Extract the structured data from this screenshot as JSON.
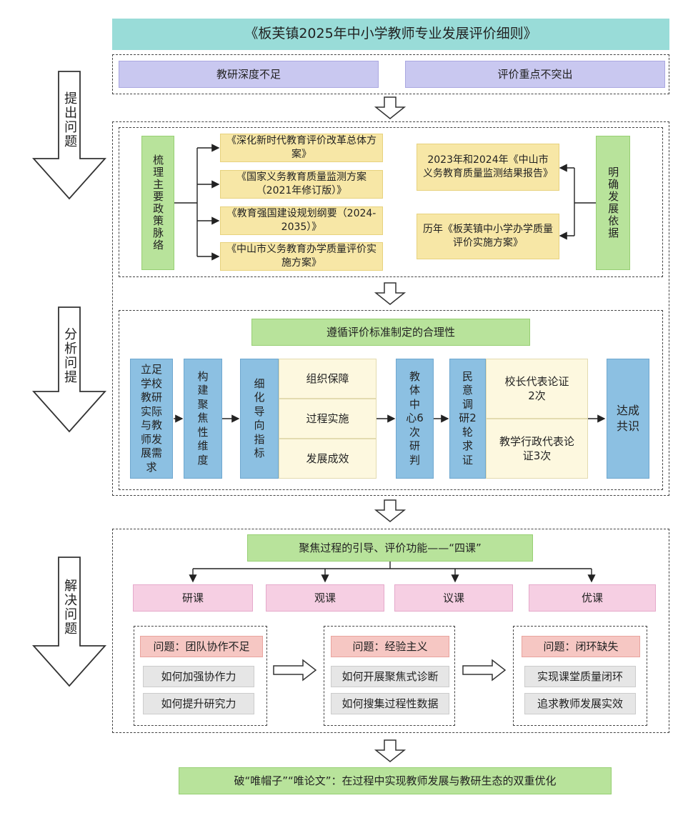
{
  "title": "《板芙镇2025年中小学教师专业发展评价细则》",
  "stages": {
    "raise": "提出问题",
    "analyze": "分析问提",
    "solve": "解决问题"
  },
  "problems": [
    "教研深度不足",
    "评价重点不突出"
  ],
  "policy": {
    "left_label": "梳理主要政策脉络",
    "docs": [
      "《深化新时代教育评价改革总体方案》",
      "《国家义务教育质量监测方案（2021年修订版）》",
      "《教育强国建设规划纲要（2024-2035）》",
      "《中山市义务教育办学质量评价实施方案》"
    ],
    "reports": [
      "2023年和2024年《中山市义务教育质量监测结果报告》",
      "历年《板芙镇中小学办学质量评价实施方案》"
    ],
    "right_label": "明确发展依据"
  },
  "analysis": {
    "header": "遵循评价标准制定的合理性",
    "step1": "立足学校教研实际与教师发展需求",
    "step2": "构建聚焦性维度",
    "step3": "细化导向指标",
    "indicators": [
      "组织保障",
      "过程实施",
      "发展成效"
    ],
    "step4": "教体中心6次研判",
    "step5": "民意调研2轮求证",
    "reviews": [
      "校长代表论证2次",
      "教学行政代表论证3次"
    ],
    "result": "达成共识"
  },
  "solution": {
    "header": "聚焦过程的引导、评价功能——“四课”",
    "courses": [
      "研课",
      "观课",
      "议课",
      "优课"
    ],
    "groups": [
      {
        "problem": "问题：团队协作不足",
        "items": [
          "如何加强协作力",
          "如何提升研究力"
        ]
      },
      {
        "problem": "问题：经验主义",
        "items": [
          "如何开展聚焦式诊断",
          "如何搜集过程性数据"
        ]
      },
      {
        "problem": "问题：闭环缺失",
        "items": [
          "实现课堂质量闭环",
          "追求教师发展实效"
        ]
      }
    ]
  },
  "conclusion": "破“唯帽子”“唯论文”：在过程中实现教师发展与教研生态的双重优化",
  "colors": {
    "title_bg": "#99dcd8",
    "purple": "#c9c8f0",
    "green": "#b8e39b",
    "yellow": "#f7e7a6",
    "blue": "#8cc0e2",
    "pink": "#f6cfe3",
    "salmon": "#f6c7c3",
    "grey": "#e6e6e6"
  }
}
